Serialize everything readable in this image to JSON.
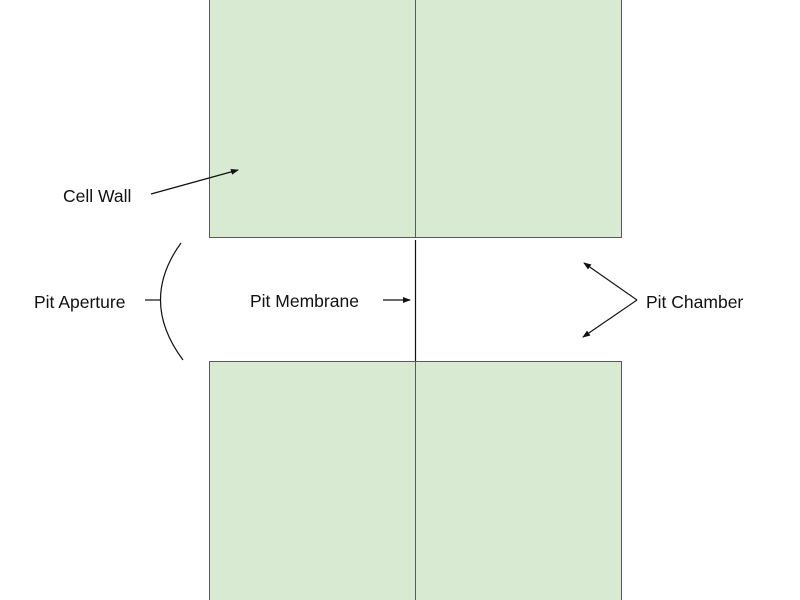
{
  "colors": {
    "cell_wall_fill": "#d9ead3",
    "cell_wall_stroke": "#595959",
    "line": "#111111"
  },
  "labels": {
    "cell_wall": "Cell Wall",
    "pit_aperture": "Pit Aperture",
    "pit_membrane": "Pit Membrane",
    "pit_chamber": "Pit Chamber"
  }
}
